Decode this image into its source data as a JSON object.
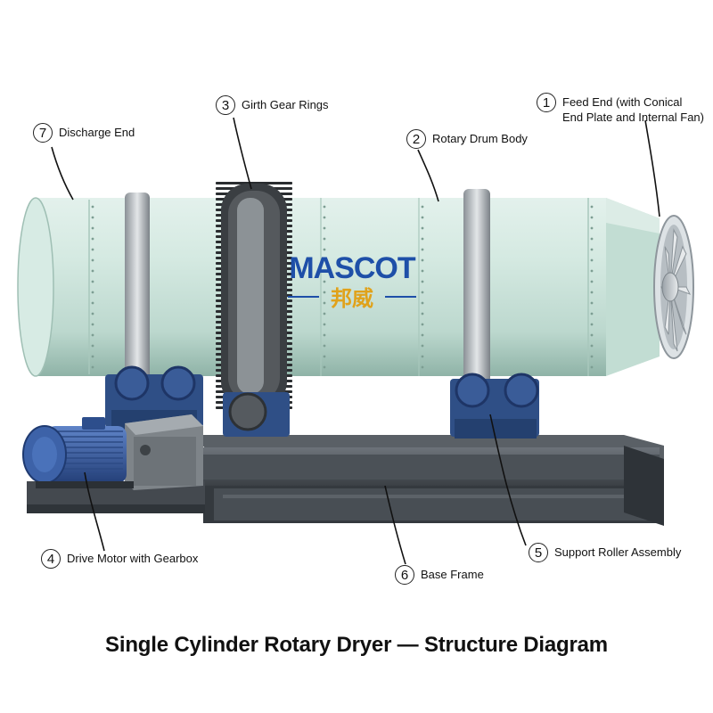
{
  "brand": {
    "logo_text": "MASCOT",
    "logo_cjk": "邦威",
    "colors": {
      "blue": "#1e4fa8",
      "gold": "#e0a21b"
    }
  },
  "callouts": [
    {
      "number": "1",
      "lines": [
        "Feed End (with Conical",
        "End Plate and Internal Fan)"
      ]
    },
    {
      "number": "2",
      "lines": [
        "Rotary Drum Body"
      ]
    },
    {
      "number": "3",
      "lines": [
        "Girth Gear Rings"
      ]
    },
    {
      "number": "4",
      "lines": [
        "Drive Motor with Gearbox"
      ]
    },
    {
      "number": "5",
      "lines": [
        "Support Roller Assembly"
      ]
    },
    {
      "number": "6",
      "lines": [
        "Base Frame"
      ]
    },
    {
      "number": "7",
      "lines": [
        "Discharge End"
      ]
    }
  ],
  "caption": "Single Cylinder Rotary Dryer — Structure Diagram",
  "colors": {
    "drum": "#cfe5dd",
    "drum_shade": "#9fc2b6",
    "steel": "#6b7177",
    "roller_blue": "#2f4f86",
    "motor_blue": "#3a5fa8",
    "frame": "#4a4f55"
  }
}
